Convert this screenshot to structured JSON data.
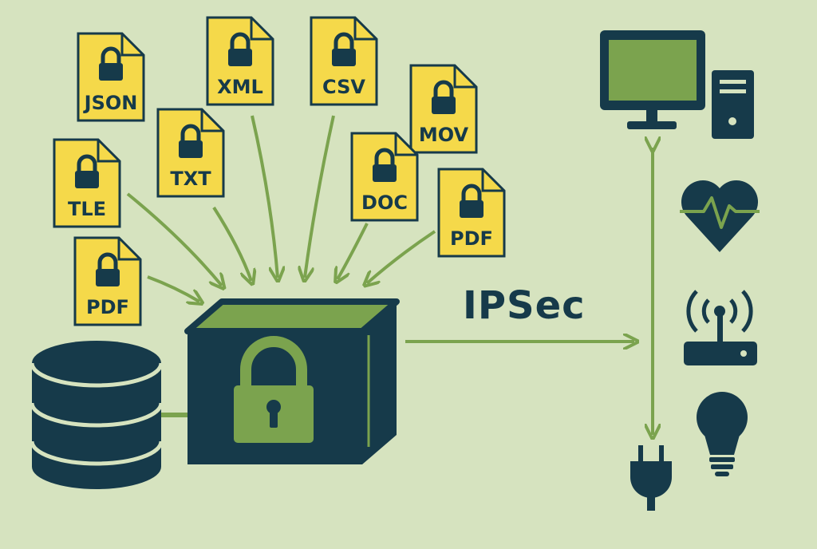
{
  "protocol_label": "IPSec",
  "colors": {
    "background": "#d6e3bf",
    "dark": "#163a4a",
    "green": "#7ba34e",
    "file": "#f5d94a"
  },
  "files": [
    {
      "name": "file-json",
      "label": "JSON"
    },
    {
      "name": "file-xml",
      "label": "XML"
    },
    {
      "name": "file-csv",
      "label": "CSV"
    },
    {
      "name": "file-mov",
      "label": "MOV"
    },
    {
      "name": "file-txt",
      "label": "TXT"
    },
    {
      "name": "file-tle",
      "label": "TLE"
    },
    {
      "name": "file-doc",
      "label": "DOC"
    },
    {
      "name": "file-pdf-right",
      "label": "PDF"
    },
    {
      "name": "file-pdf-left",
      "label": "PDF"
    }
  ],
  "icons": [
    "database-icon",
    "secure-box-icon",
    "padlock-icon",
    "computer-icon",
    "heart-monitor-icon",
    "router-icon",
    "lightbulb-icon",
    "power-plug-icon"
  ]
}
